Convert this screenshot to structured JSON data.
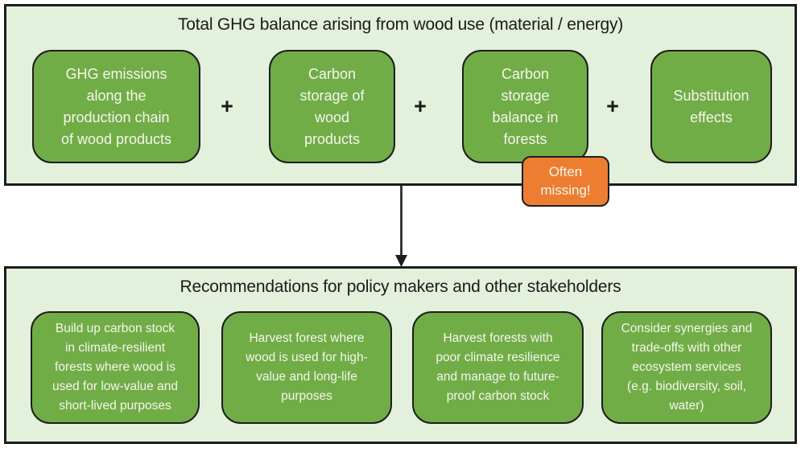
{
  "colors": {
    "panel_bg": "#e3f0db",
    "box_green": "#70ad47",
    "callout_orange": "#ed7d31",
    "border_black": "#1d1d1d",
    "box_text": "#f6f5ec",
    "title_text": "#1b1b1b"
  },
  "top_panel": {
    "title": "Total GHG balance arising from wood use (material / energy)",
    "operator": "+",
    "boxes": [
      {
        "label": "GHG emissions\nalong the\nproduction chain\nof wood products"
      },
      {
        "label": "Carbon\nstorage of\nwood\nproducts"
      },
      {
        "label": "Carbon\nstorage\nbalance in\nforests"
      },
      {
        "label": "Substitution\neffects"
      }
    ],
    "callout": "Often\nmissing!"
  },
  "bottom_panel": {
    "title": "Recommendations for policy makers and other stakeholders",
    "boxes": [
      {
        "label": "Build up carbon stock\nin climate-resilient\nforests where wood is\nused for low-value and\nshort-lived purposes"
      },
      {
        "label": "Harvest forest where\nwood is used for high-\nvalue and long-life\npurposes"
      },
      {
        "label": "Harvest forests with\npoor climate resilience\nand manage to future-\nproof carbon stock"
      },
      {
        "label": "Consider synergies and\ntrade-offs with other\necosystem services\n(e.g. biodiversity, soil,\nwater)"
      }
    ]
  }
}
